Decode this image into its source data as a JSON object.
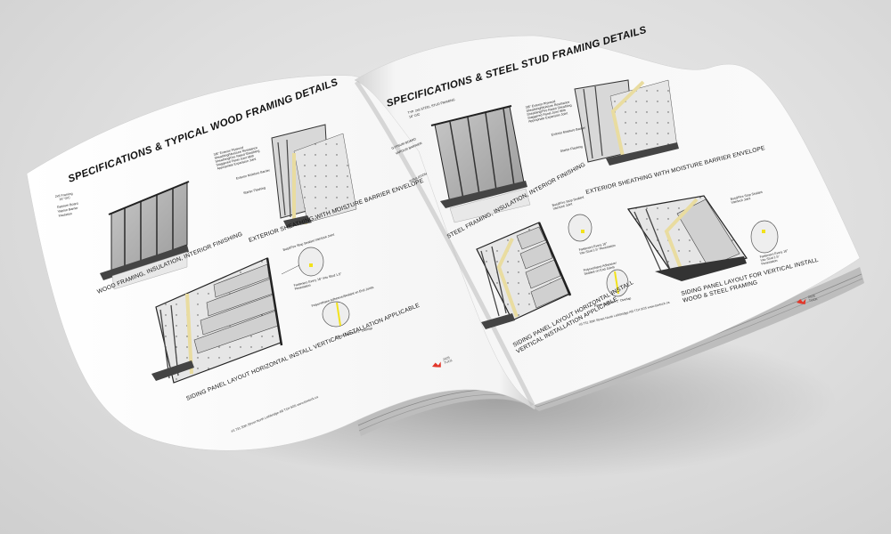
{
  "mockup": {
    "type": "open-brochure",
    "background_color": "#dcdcdc",
    "accent_color": "#e2372a",
    "insulation_color": "#e9dca0",
    "highlight_color": "#f2e21a"
  },
  "left_page": {
    "title": "SPECIFICATIONS & TYPICAL WOOD FRAMING DETAILS",
    "figure_1": {
      "labels": [
        "2x6 Framing",
        "16\" O/C",
        "Gypsum Board",
        "Vapour Barrier",
        "Insulation"
      ],
      "caption": "WOOD FRAMING, INSULATION, INTERIOR FINISHING"
    },
    "figure_2": {
      "labels": [
        "3/8\" Exterior Plywood",
        "Sheathing/Moisture Resistance",
        "Sheathing/Fire Rated Sheathing",
        "Staggered Panel Joint With",
        "Appropriate Expansion Joint",
        "Exterior Moisture Barrier",
        "Starter Flashing"
      ],
      "caption": "EXTERIOR SHEATHING WITH MOISTURE BARRIER ENVELOPE"
    },
    "figure_3": {
      "labels": [
        "Butyl/Fire Stop Sealant Interlock Joint",
        "Fasteners Every 16\" Into Stud 1.5\"",
        "Penetration",
        "Polyurethane Adhesive/Sealant on End Joints",
        "Panel Joint Min 1\" Overlap"
      ],
      "caption": "SIDING PANEL LAYOUT HORIZONTAL INSTALL VERTICAL INSTALLATION APPLICABLE"
    },
    "footer_address": "#3 731 30th Street North Lethbridge AB T1H 5G5  www.tswtuck.ca",
    "logo_text": [
      "2025",
      "TUCK"
    ]
  },
  "right_page": {
    "title": "SPECIFICATIONS & STEEL STUD FRAMING DETAILS",
    "figure_1": {
      "labels": [
        "TYP. 2x6 STEEL STUD FRAMING",
        "16\" O/C",
        "GYPSUM BOARD",
        "VAPOUR BARRIER",
        "INSULATION"
      ],
      "caption": "STEEL FRAMING, INSULATION, INTERIOR FINISHING"
    },
    "figure_2": {
      "labels": [
        "3/8\" Exterior Plywood",
        "Sheathing/Moisture Resistance",
        "Sheathing/Fire Rated Sheathing",
        "Staggered Panel Joint With",
        "Appropriate Expansion Joint",
        "Exterior Moisture Barrier",
        "Starter Flashing"
      ],
      "caption": "EXTERIOR SHEATHING WITH MOISTURE BARRIER ENVELOPE"
    },
    "figure_3": {
      "labels": [
        "Butyl/Fire Stop Sealant",
        "Interlock Joint",
        "Fasteners Every 16\"",
        "Into Stud 1.5\" Penetration",
        "Polyurethane Adhesive/",
        "Sealant on End Joints",
        "Panel Joint Min 1\" Overlap"
      ],
      "caption_lines": [
        "SIDING PANEL LAYOUT HORIZONTAL INSTALL",
        "VERTICAL INSTALLATION APPLICABLE"
      ]
    },
    "figure_4": {
      "labels": [
        "Butyl/Fire Stop Sealant",
        "Interlock Joint",
        "Fasteners Every 16\"",
        "Into Stud 1.5\"",
        "Penetration"
      ],
      "caption_lines": [
        "SIDING PANEL LAYOUT FOR VERTICAL INSTALL",
        "WOOD & STEEL FRAMING"
      ]
    },
    "footer_address": "#3 731 30th Street North Lethbridge AB T1H 5G5  www.tswtuck.ca",
    "logo_text": [
      "2025",
      "TUCK"
    ]
  }
}
